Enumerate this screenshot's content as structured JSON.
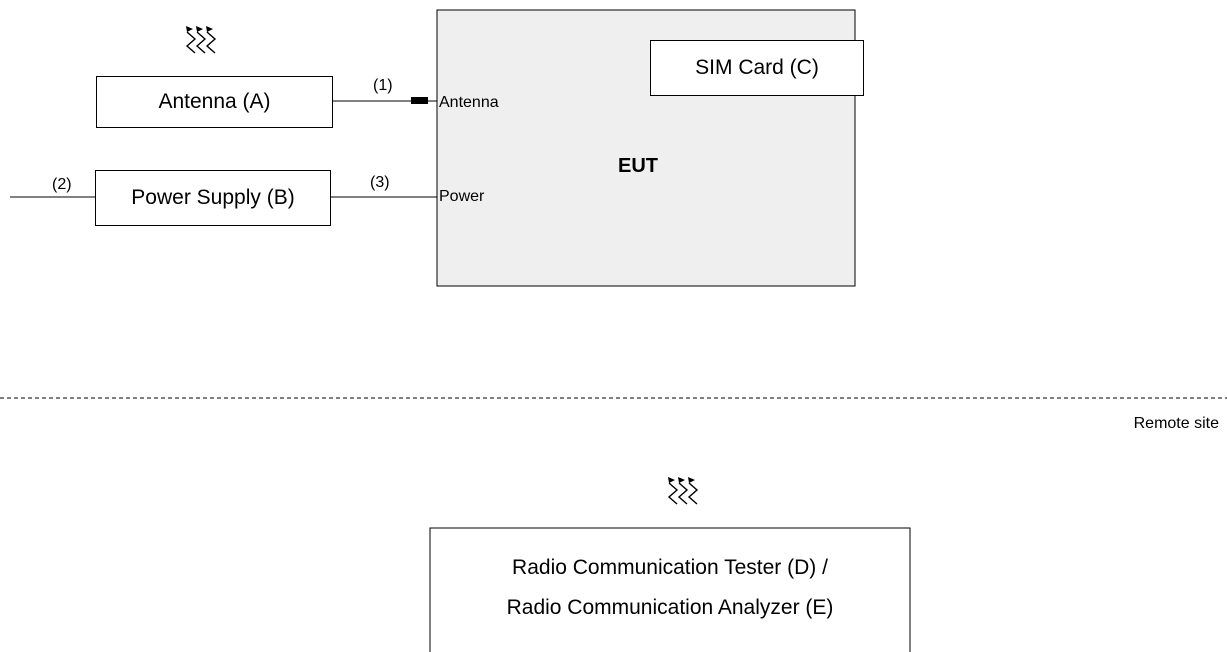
{
  "eut": {
    "label": "EUT",
    "antenna_port": "Antenna",
    "power_port": "Power"
  },
  "sim_card": {
    "label": "SIM Card (C)"
  },
  "antenna": {
    "label": "Antenna (A)"
  },
  "power_supply": {
    "label": "Power Supply (B)"
  },
  "connections": {
    "c1": "(1)",
    "c2": "(2)",
    "c3": "(3)"
  },
  "remote": {
    "site_label": "Remote site",
    "tester_line1": "Radio Communication Tester (D) /",
    "tester_line2": "Radio Communication Analyzer (E)"
  }
}
